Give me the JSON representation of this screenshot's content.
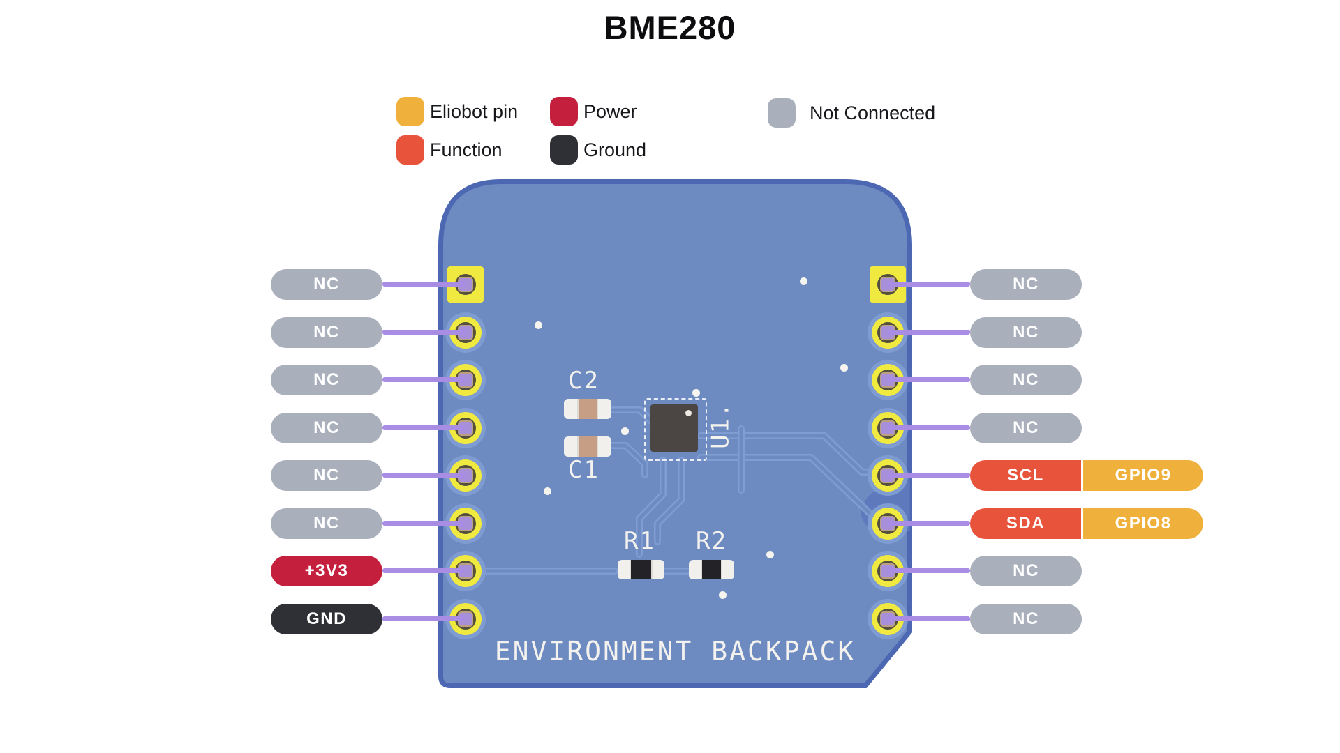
{
  "title": "BME280",
  "legend": {
    "items": [
      {
        "id": "eliobot",
        "label": "Eliobot pin",
        "color": "#F0B03C"
      },
      {
        "id": "function",
        "label": "Function",
        "color": "#E8533B"
      },
      {
        "id": "power",
        "label": "Power",
        "color": "#C4203E"
      },
      {
        "id": "ground",
        "label": "Ground",
        "color": "#2F3035"
      },
      {
        "id": "nc",
        "label": "Not Connected",
        "color": "#A9B0BC"
      }
    ]
  },
  "board": {
    "silkscreen_title": "ENVIRONMENT BACKPACK",
    "components": [
      {
        "ref": "C2"
      },
      {
        "ref": "C1"
      },
      {
        "ref": "U1."
      },
      {
        "ref": "R1"
      },
      {
        "ref": "R2"
      }
    ]
  },
  "pins": {
    "left": [
      {
        "segments": [
          {
            "text": "NC",
            "type": "nc"
          }
        ]
      },
      {
        "segments": [
          {
            "text": "NC",
            "type": "nc"
          }
        ]
      },
      {
        "segments": [
          {
            "text": "NC",
            "type": "nc"
          }
        ]
      },
      {
        "segments": [
          {
            "text": "NC",
            "type": "nc"
          }
        ]
      },
      {
        "segments": [
          {
            "text": "NC",
            "type": "nc"
          }
        ]
      },
      {
        "segments": [
          {
            "text": "NC",
            "type": "nc"
          }
        ]
      },
      {
        "segments": [
          {
            "text": "+3V3",
            "type": "power"
          }
        ]
      },
      {
        "segments": [
          {
            "text": "GND",
            "type": "ground"
          }
        ]
      }
    ],
    "right": [
      {
        "segments": [
          {
            "text": "NC",
            "type": "nc"
          }
        ]
      },
      {
        "segments": [
          {
            "text": "NC",
            "type": "nc"
          }
        ]
      },
      {
        "segments": [
          {
            "text": "NC",
            "type": "nc"
          }
        ]
      },
      {
        "segments": [
          {
            "text": "NC",
            "type": "nc"
          }
        ]
      },
      {
        "segments": [
          {
            "text": "SCL",
            "type": "function"
          },
          {
            "text": "GPIO9",
            "type": "eliobot"
          }
        ]
      },
      {
        "segments": [
          {
            "text": "SDA",
            "type": "function"
          },
          {
            "text": "GPIO8",
            "type": "eliobot"
          }
        ]
      },
      {
        "segments": [
          {
            "text": "NC",
            "type": "nc"
          }
        ]
      },
      {
        "segments": [
          {
            "text": "NC",
            "type": "nc"
          }
        ]
      }
    ]
  },
  "colors": {
    "board": "#6D8BC0",
    "board_outline": "#4C68B2",
    "trace": "#7F9DD2",
    "copper_pour": "#5E7ABC",
    "wire": "#A98CE3",
    "pad_yellow": "#F0E93F",
    "pad_hole": "#53503E",
    "pad_core": "#A78FD9",
    "silkscreen": "#F4F2EE"
  }
}
